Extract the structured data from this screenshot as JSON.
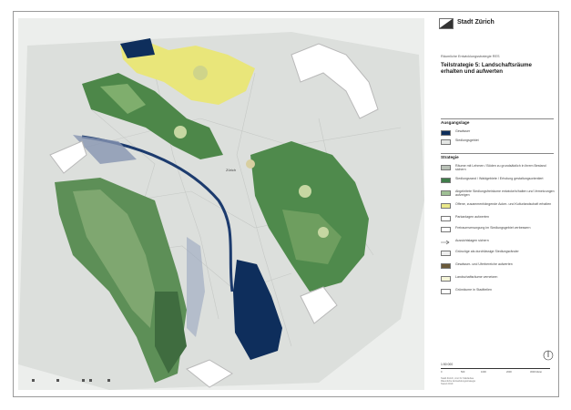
{
  "header": {
    "org": "Stadt Zürich",
    "subtitle": "Räumliche Entwicklungsstrategie RES",
    "title_line1": "Teilstrategie 5: Landschaftsräume",
    "title_line2": "erhalten und aufwerten"
  },
  "map": {
    "label_city": "Zürich",
    "colors": {
      "lake": "#0e2e5c",
      "forest": "#4f8a4c",
      "forest_light": "#8fbf7f",
      "agri": "#e9e67a",
      "settlement": "#d7dad7",
      "river": "#1c3b6e"
    }
  },
  "legend": {
    "section1": "Ausgangslage",
    "section1_items": [
      {
        "label": "Gewässer",
        "color": "#0e2e5c"
      },
      {
        "label": "Siedlungsgebiet",
        "color": "#e4e6e4"
      }
    ],
    "section2": "Strategie",
    "section2_items": [
      {
        "label": "Räume mit Lehmen / Böden zu grundsätzlich in ihrem Bestand sichern",
        "color": "#b9c1b7"
      },
      {
        "label": "Siedlungsrand / Waldgebiete / Erholung gestaltungsorientiert",
        "color": "#3f7d4a"
      },
      {
        "label": "Abgeleitete Siedlungsfreiräume entwickeln/halten und Vernetzungen aufzeigen",
        "color": "#9fc095"
      },
      {
        "label": "Offene, zusammenhängende Acker- und Kulturlandschaft erhalten",
        "color": "#eae88a"
      },
      {
        "label": "Parkanlagen aufwerten",
        "color": "#ffffff"
      },
      {
        "label": "Freiraumversorgung im Siedlungsgebiet verbessern",
        "color": "#ffffff"
      },
      {
        "label": "Aussichtslagen sichern",
        "color": "#ffffff"
      },
      {
        "label": "Grünzüge als durchlässige Siedlungsränder",
        "color": "#efefef"
      },
      {
        "label": "Gewässer- und Uferbereiche aufwerten",
        "color": "#6b5a3a"
      },
      {
        "label": "Landschaftsräume vernetzen",
        "color": "#f5f5d8"
      },
      {
        "label": "Grünräume in Stadtteilen",
        "color": "#ffffff"
      }
    ]
  },
  "scale": {
    "label": "1:50 000",
    "ticks": [
      "0",
      "500",
      "1000",
      "2000",
      "3000 Meter"
    ]
  },
  "footer": {
    "line1": "Stadt Zürich, Amt für Städtebau",
    "line2": "Räumliche Entwicklungsstrategie",
    "line3": "Stand 2010"
  }
}
